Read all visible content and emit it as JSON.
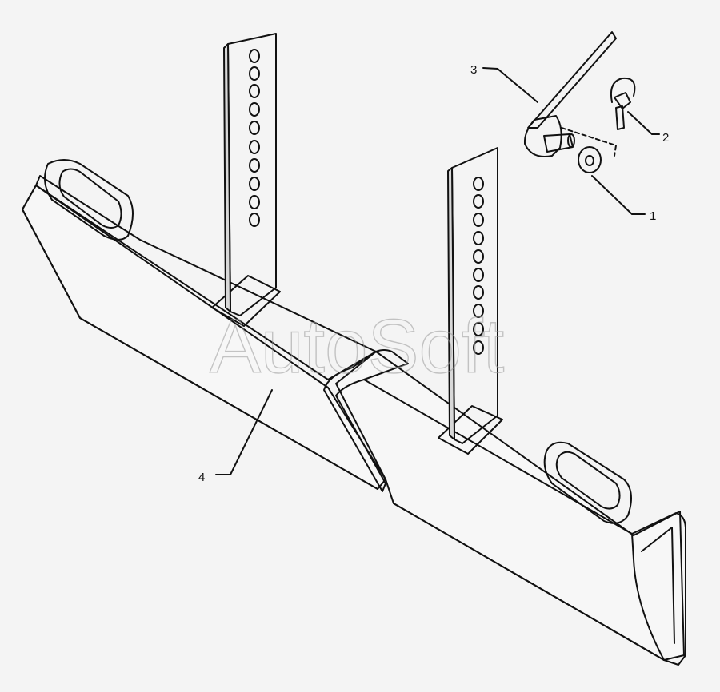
{
  "diagram": {
    "callouts": [
      {
        "id": "1",
        "label": "1"
      },
      {
        "id": "2",
        "label": "2"
      },
      {
        "id": "3",
        "label": "3"
      },
      {
        "id": "4",
        "label": "4"
      }
    ],
    "watermark": "AutoSoft"
  }
}
